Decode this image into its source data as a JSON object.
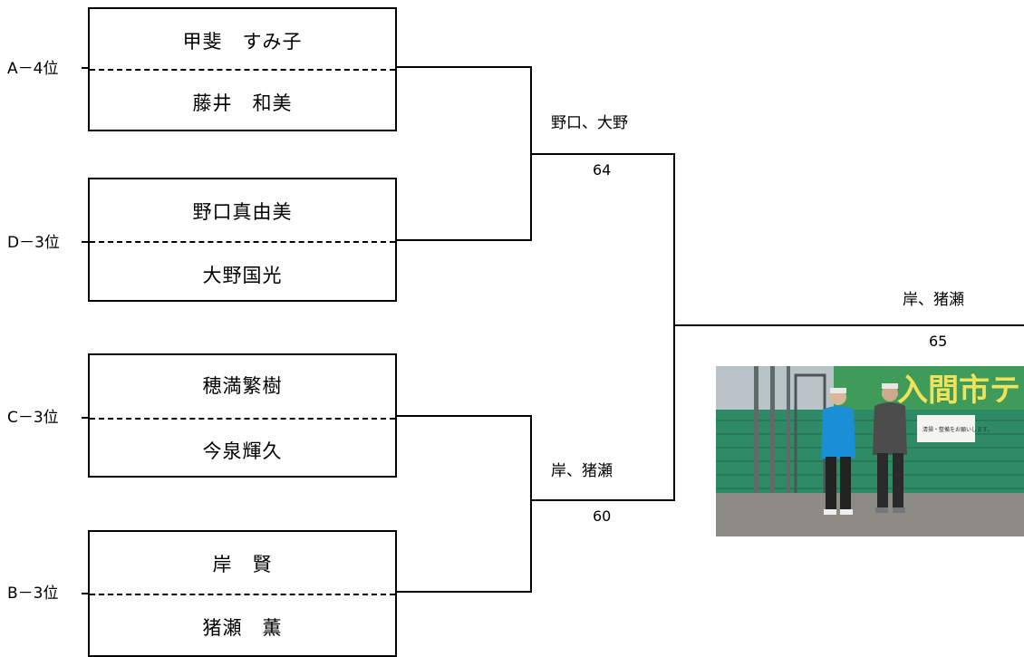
{
  "pairs": [
    {
      "seed": "A－4位",
      "player1": "甲斐　すみ子",
      "player2": "藤井　和美"
    },
    {
      "seed": "D－3位",
      "player1": "野口真由美",
      "player2": "大野国光"
    },
    {
      "seed": "C－3位",
      "player1": "穂満繁樹",
      "player2": "今泉輝久"
    },
    {
      "seed": "B－3位",
      "player1": "岸　賢",
      "player2": "猪瀬　薫"
    }
  ],
  "semifinals": [
    {
      "winner": "野口、大野",
      "score": "64"
    },
    {
      "winner": "岸、猪瀬",
      "score": "60"
    }
  ],
  "final": {
    "winner": "岸、猪瀬",
    "score": "65"
  },
  "photo": {
    "banner_text": "入間市テ",
    "sign_text": "清掃・整備をお願いします。",
    "colors": {
      "banner": "#3f9b5a",
      "fence": "#2f8a66",
      "ground": "#8c8b86"
    }
  }
}
